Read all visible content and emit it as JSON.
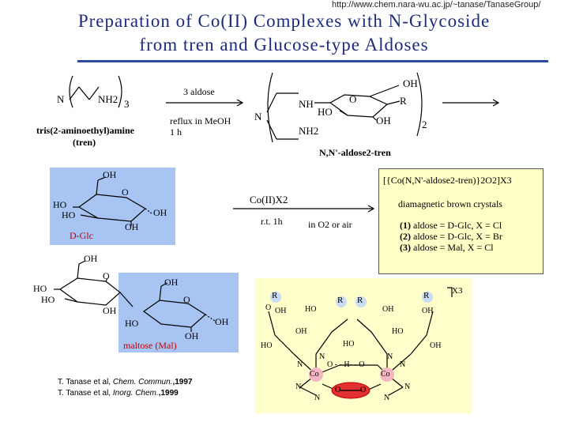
{
  "header": {
    "url": "http://www.chem.nara-wu.ac.jp/~tanase/TanaseGroup/",
    "title_line1": "Preparation of Co(II) Complexes with N-Glycoside",
    "title_line2": "from tren and Glucose-type Aldoses"
  },
  "tren": {
    "n_label": "N",
    "nh2_label": "NH2",
    "subscript": "3",
    "name": "tris(2-aminoethyl)amine",
    "abbr": "(tren)"
  },
  "step1": {
    "reagent": "3 aldose",
    "condition1": "reflux in MeOH",
    "condition2": "1 h"
  },
  "ligand": {
    "n_label": "N",
    "nh_label": "NH",
    "nh2_label": "NH2",
    "o_label": "O",
    "oh_top": "OH",
    "r_label": "R",
    "ho_label": "HO",
    "oh_bottom": "OH",
    "subscript": "2",
    "name": "N,N'-aldose2-tren"
  },
  "glc": {
    "oh_top": "OH",
    "o_ring": "O",
    "ho1": "HO",
    "ho2": "HO",
    "oh_right": "OH",
    "oh_bottom": "OH",
    "name": "D-Glc"
  },
  "step2": {
    "reagent": "Co(II)X2",
    "condition": "r.t. 1h",
    "atmosphere": "in O2 or air"
  },
  "product": {
    "formula": "[{Co(N,N'-aldose2-tren)}2O2]X3",
    "description": "diamagnetic brown crystals",
    "variants": [
      {
        "num": "(1)",
        "text": "aldose = D-Glc, X = Cl"
      },
      {
        "num": "(2)",
        "text": "aldose = D-Glc, X = Br"
      },
      {
        "num": "(3)",
        "text": "aldose = Mal, X = Cl"
      }
    ]
  },
  "maltose": {
    "oh_top_left": "OH",
    "o_link": "O",
    "ho1": "HO",
    "ho2": "HO",
    "oh_link": "OH",
    "oh_top_right": "OH",
    "o_ring": "O",
    "ho3": "HO",
    "oh_right": "OH",
    "oh_bottom": "OH",
    "name": "maltose (Mal)"
  },
  "complex": {
    "r": "R",
    "o": "O",
    "oh": "OH",
    "ho": "HO",
    "n": "N",
    "co": "Co",
    "hbond": "O - - H- - O",
    "x3": "X3"
  },
  "references": [
    {
      "authors": "T. Tanase et al, ",
      "journal": "Chem. Commun.",
      "year": ",1997"
    },
    {
      "authors": "T. Tanase et al, ",
      "journal": "Inorg. Chem.",
      "year": ",1999"
    }
  ],
  "colors": {
    "title": "#1c2b7a",
    "rule": "#2d4aa5",
    "sugar_box": "#a8c4f2",
    "product_box": "#ffffc6",
    "complex_box": "#ffffcc",
    "peroxo": "#e03030",
    "label_red": "#c00000"
  }
}
